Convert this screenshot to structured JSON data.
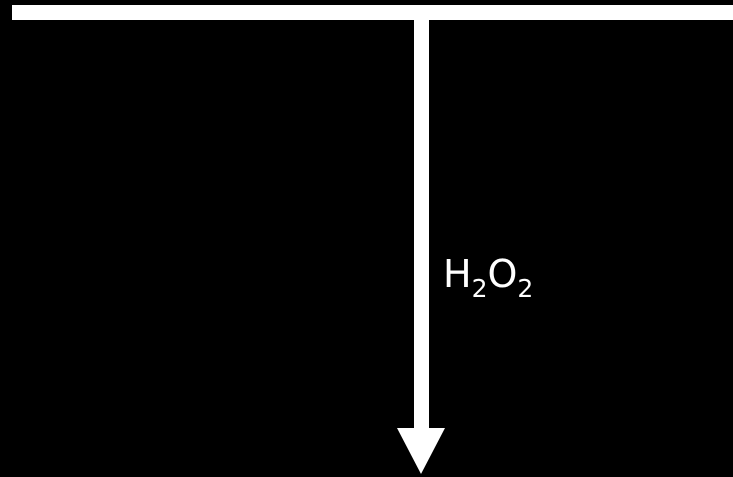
{
  "colors": {
    "background": "#000000",
    "foreground": "#ffffff"
  },
  "diagram": {
    "label": {
      "symbol_1": "H",
      "subscript_1": "2",
      "symbol_2": "O",
      "subscript_2": "2"
    }
  }
}
